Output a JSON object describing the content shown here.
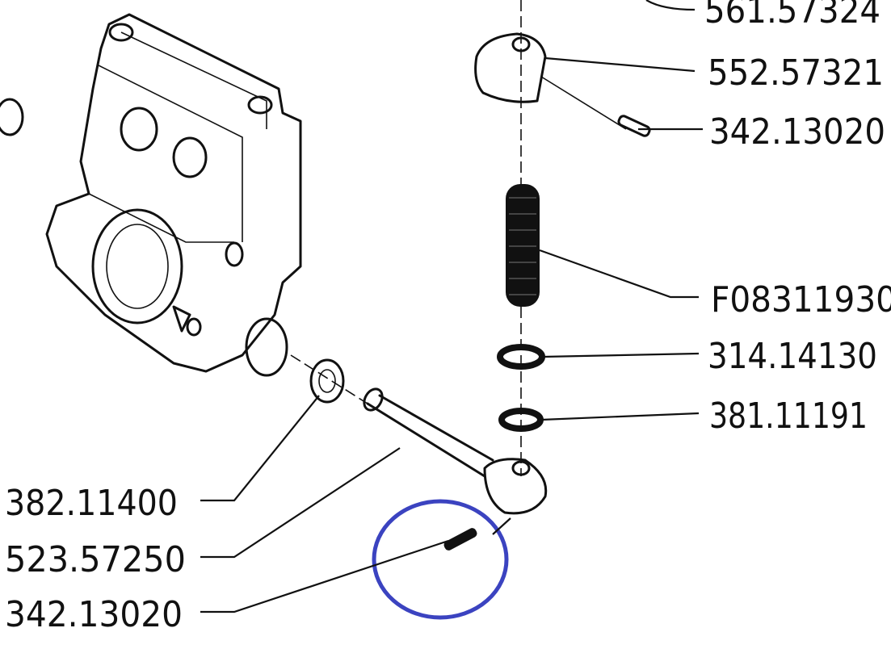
{
  "diagram": {
    "type": "exploded-parts-diagram",
    "highlight_color": "#3b43c0",
    "labels_right": [
      {
        "part_number": "561.57324"
      },
      {
        "part_number": "552.57321"
      },
      {
        "part_number": "342.13020"
      },
      {
        "part_number": "F08311930"
      },
      {
        "part_number": "314.14130"
      },
      {
        "part_number": "381.11191"
      }
    ],
    "labels_left": [
      {
        "part_number": "382.11400"
      },
      {
        "part_number": "523.57250"
      },
      {
        "part_number": "342.13020"
      }
    ],
    "highlighted_part": "342.13020"
  }
}
